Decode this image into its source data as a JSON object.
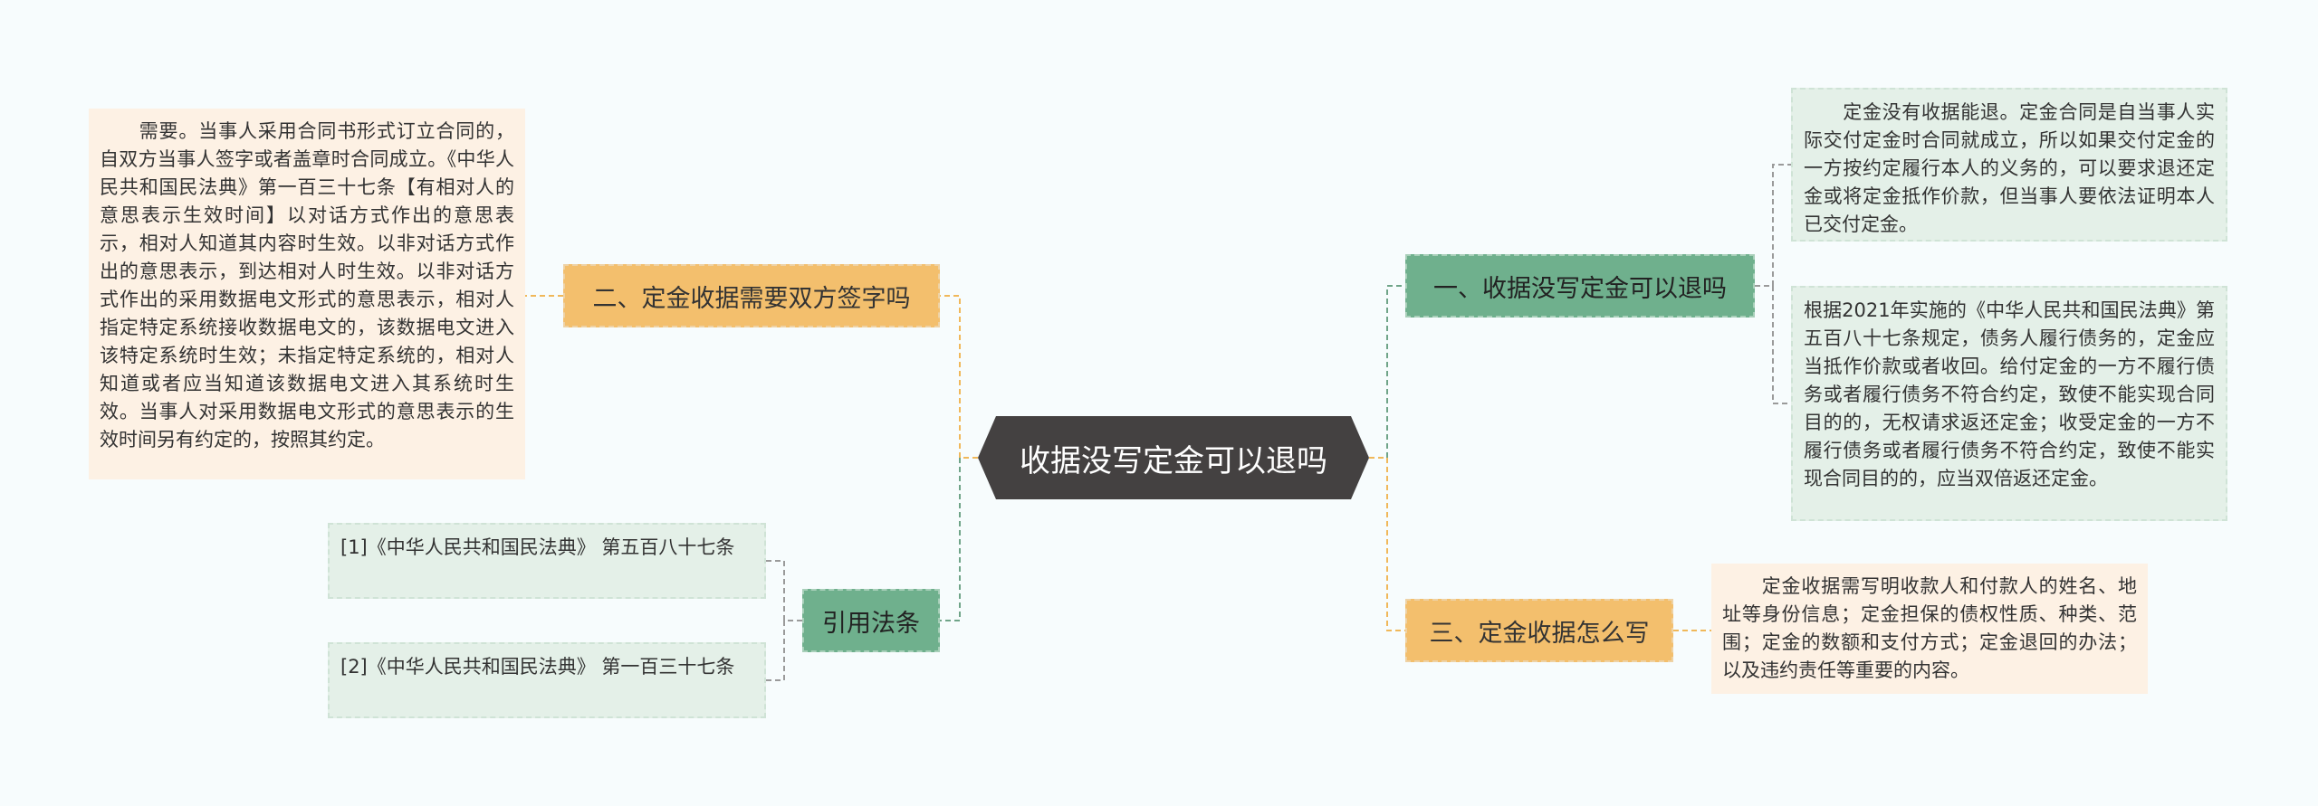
{
  "central": {
    "label": "收据没写定金可以退吗"
  },
  "right_branches": [
    {
      "label": "一、收据没写定金可以退吗",
      "leaves": [
        "　　定金没有收据能退。定金合同是自当事人实际交付定金时合同就成立，所以如果交付定金的一方按约定履行本人的义务的，可以要求退还定金或将定金抵作价款，但当事人要依法证明本人已交付定金。",
        "根据2021年实施的《中华人民共和国民法典》第五百八十七条规定，债务人履行债务的，定金应当抵作价款或者收回。给付定金的一方不履行债务或者履行债务不符合约定，致使不能实现合同目的的，无权请求返还定金；收受定金的一方不履行债务或者履行债务不符合约定，致使不能实现合同目的的，应当双倍返还定金。"
      ]
    },
    {
      "label": "三、定金收据怎么写",
      "leaves": [
        "　　定金收据需写明收款人和付款人的姓名、地址等身份信息；定金担保的债权性质、种类、范围；定金的数额和支付方式；定金退回的办法；以及违约责任等重要的内容。"
      ]
    }
  ],
  "left_branches": [
    {
      "label": "二、定金收据需要双方签字吗",
      "leaves": [
        "　　需要。当事人采用合同书形式订立合同的，自双方当事人签字或者盖章时合同成立。《中华人民共和国民法典》第一百三十七条【有相对人的意思表示生效时间】以对话方式作出的意思表示，相对人知道其内容时生效。以非对话方式作出的意思表示，到达相对人时生效。以非对话方式作出的采用数据电文形式的意思表示，相对人指定特定系统接收数据电文的，该数据电文进入该特定系统时生效；未指定特定系统的，相对人知道或者应当知道该数据电文进入其系统时生效。当事人对采用数据电文形式的意思表示的生效时间另有约定的，按照其约定。"
      ]
    },
    {
      "label": "引用法条",
      "leaves": [
        "[1]《中华人民共和国民法典》 第五百八十七条",
        "[2]《中华人民共和国民法典》 第一百三十七条"
      ]
    }
  ],
  "colors": {
    "background": "#f7fcfd",
    "central": "#444141",
    "orange_branch": "#f3bf6d",
    "green_branch": "#6fb08d",
    "peach_leaf": "#fdf1e4",
    "mint_leaf": "#e4f0e8",
    "orange_link": "#f0b85a",
    "green_link": "#6fa488",
    "gray_link": "#9a9a9a"
  }
}
